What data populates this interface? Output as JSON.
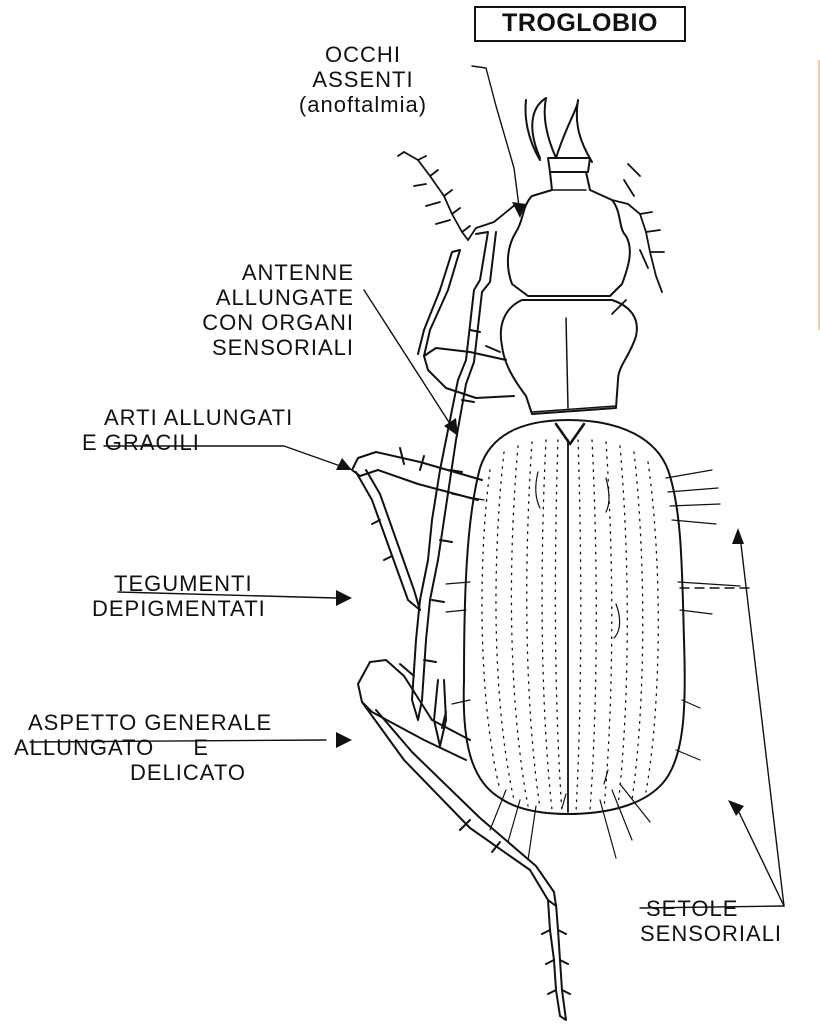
{
  "title": "TROGLOBIO",
  "labels": {
    "eyes": [
      "OCCHI",
      "ASSENTI",
      "(anoftalmia)"
    ],
    "antennae": [
      "ANTENNE",
      "ALLUNGATE",
      "CON ORGANI",
      "SENSORIALI"
    ],
    "limbs": [
      "ARTI ALLUNGATI",
      "E GRACILI"
    ],
    "integument": [
      "TEGUMENTI",
      "DEPIGMENTATI"
    ],
    "appearance": [
      "ASPETTO GENERALE",
      "ALLUNGATO E",
      "DELICATO"
    ],
    "setae": [
      "SETOLE",
      "SENSORIALI"
    ]
  }
}
